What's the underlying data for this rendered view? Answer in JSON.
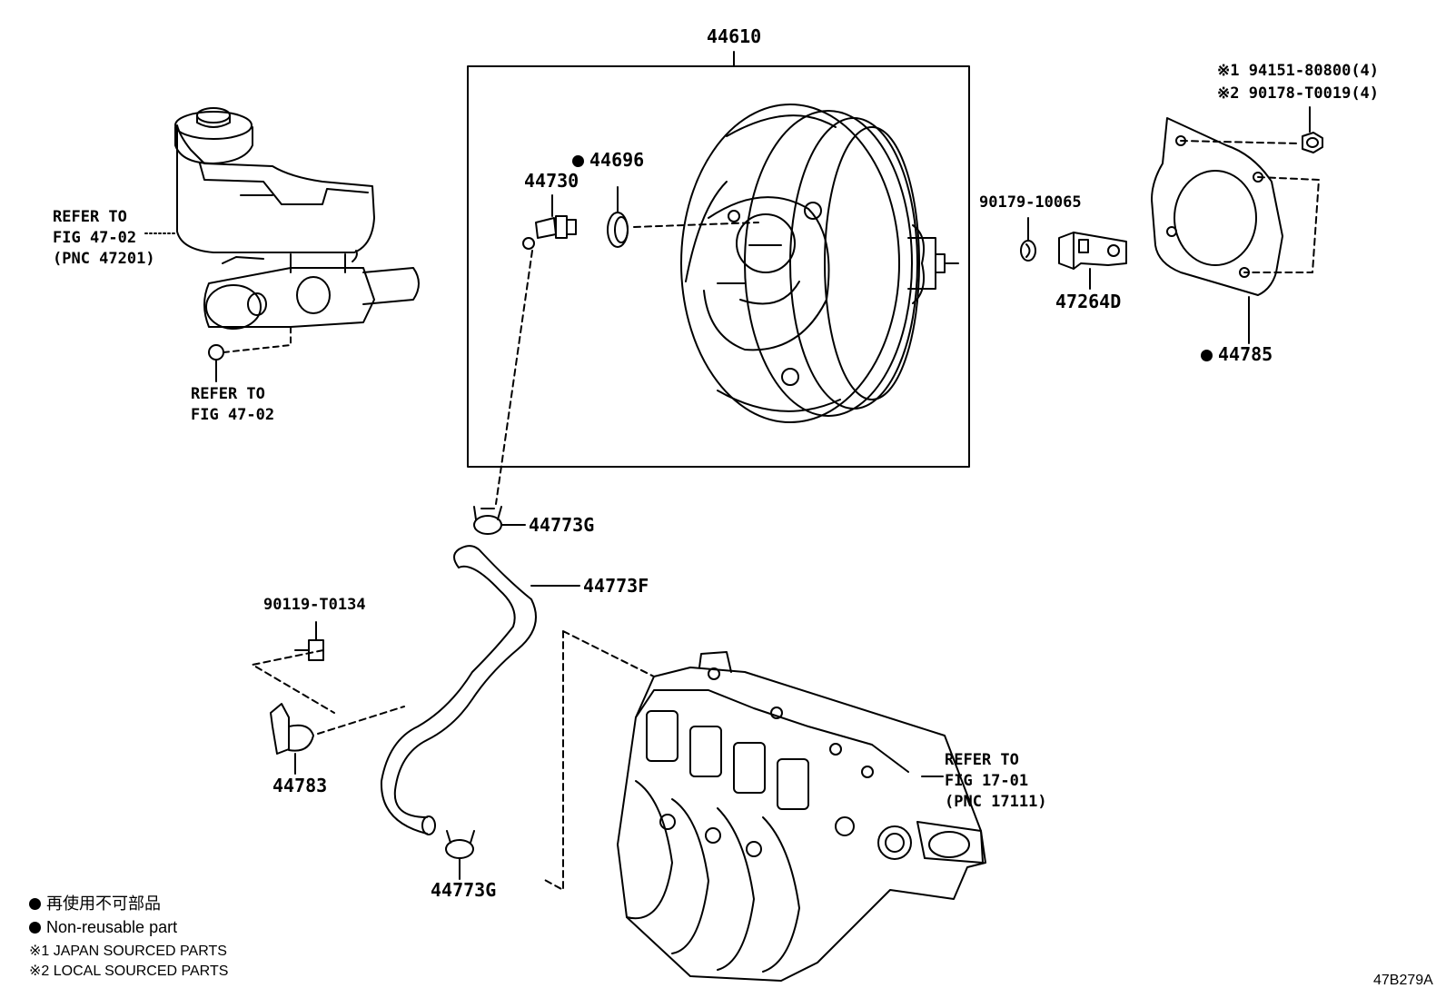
{
  "parts": {
    "booster_assy": "44610",
    "check_valve_grommet": "44696",
    "union_check_valve": "44730",
    "hose_clip_upper": "44773G",
    "vacuum_hose": "44773F",
    "hose_clip_lower": "44773G",
    "bolt": "90119-T0134",
    "hose_clamp": "44783",
    "nut": "90179-10065",
    "bracket": "47264D",
    "gasket": "44785",
    "nut_japan": "94151-80800(4)",
    "nut_local": "90178-T0019(4)"
  },
  "references": {
    "reservoir": "REFER TO\nFIG 47-02\n(PNC 47201)",
    "master_cyl": "REFER TO\nFIG 47-02",
    "intake_manifold": "REFER TO\nFIG 17-01\n(PNC 17111)"
  },
  "marks": {
    "japan": "※1",
    "local": "※2"
  },
  "legend": {
    "jp_text": "再使用不可部品",
    "en_text": "Non-reusable part",
    "japan_sourced": "※1 JAPAN SOURCED PARTS",
    "local_sourced": "※2 LOCAL SOURCED PARTS"
  },
  "figure_id": "47B279A"
}
